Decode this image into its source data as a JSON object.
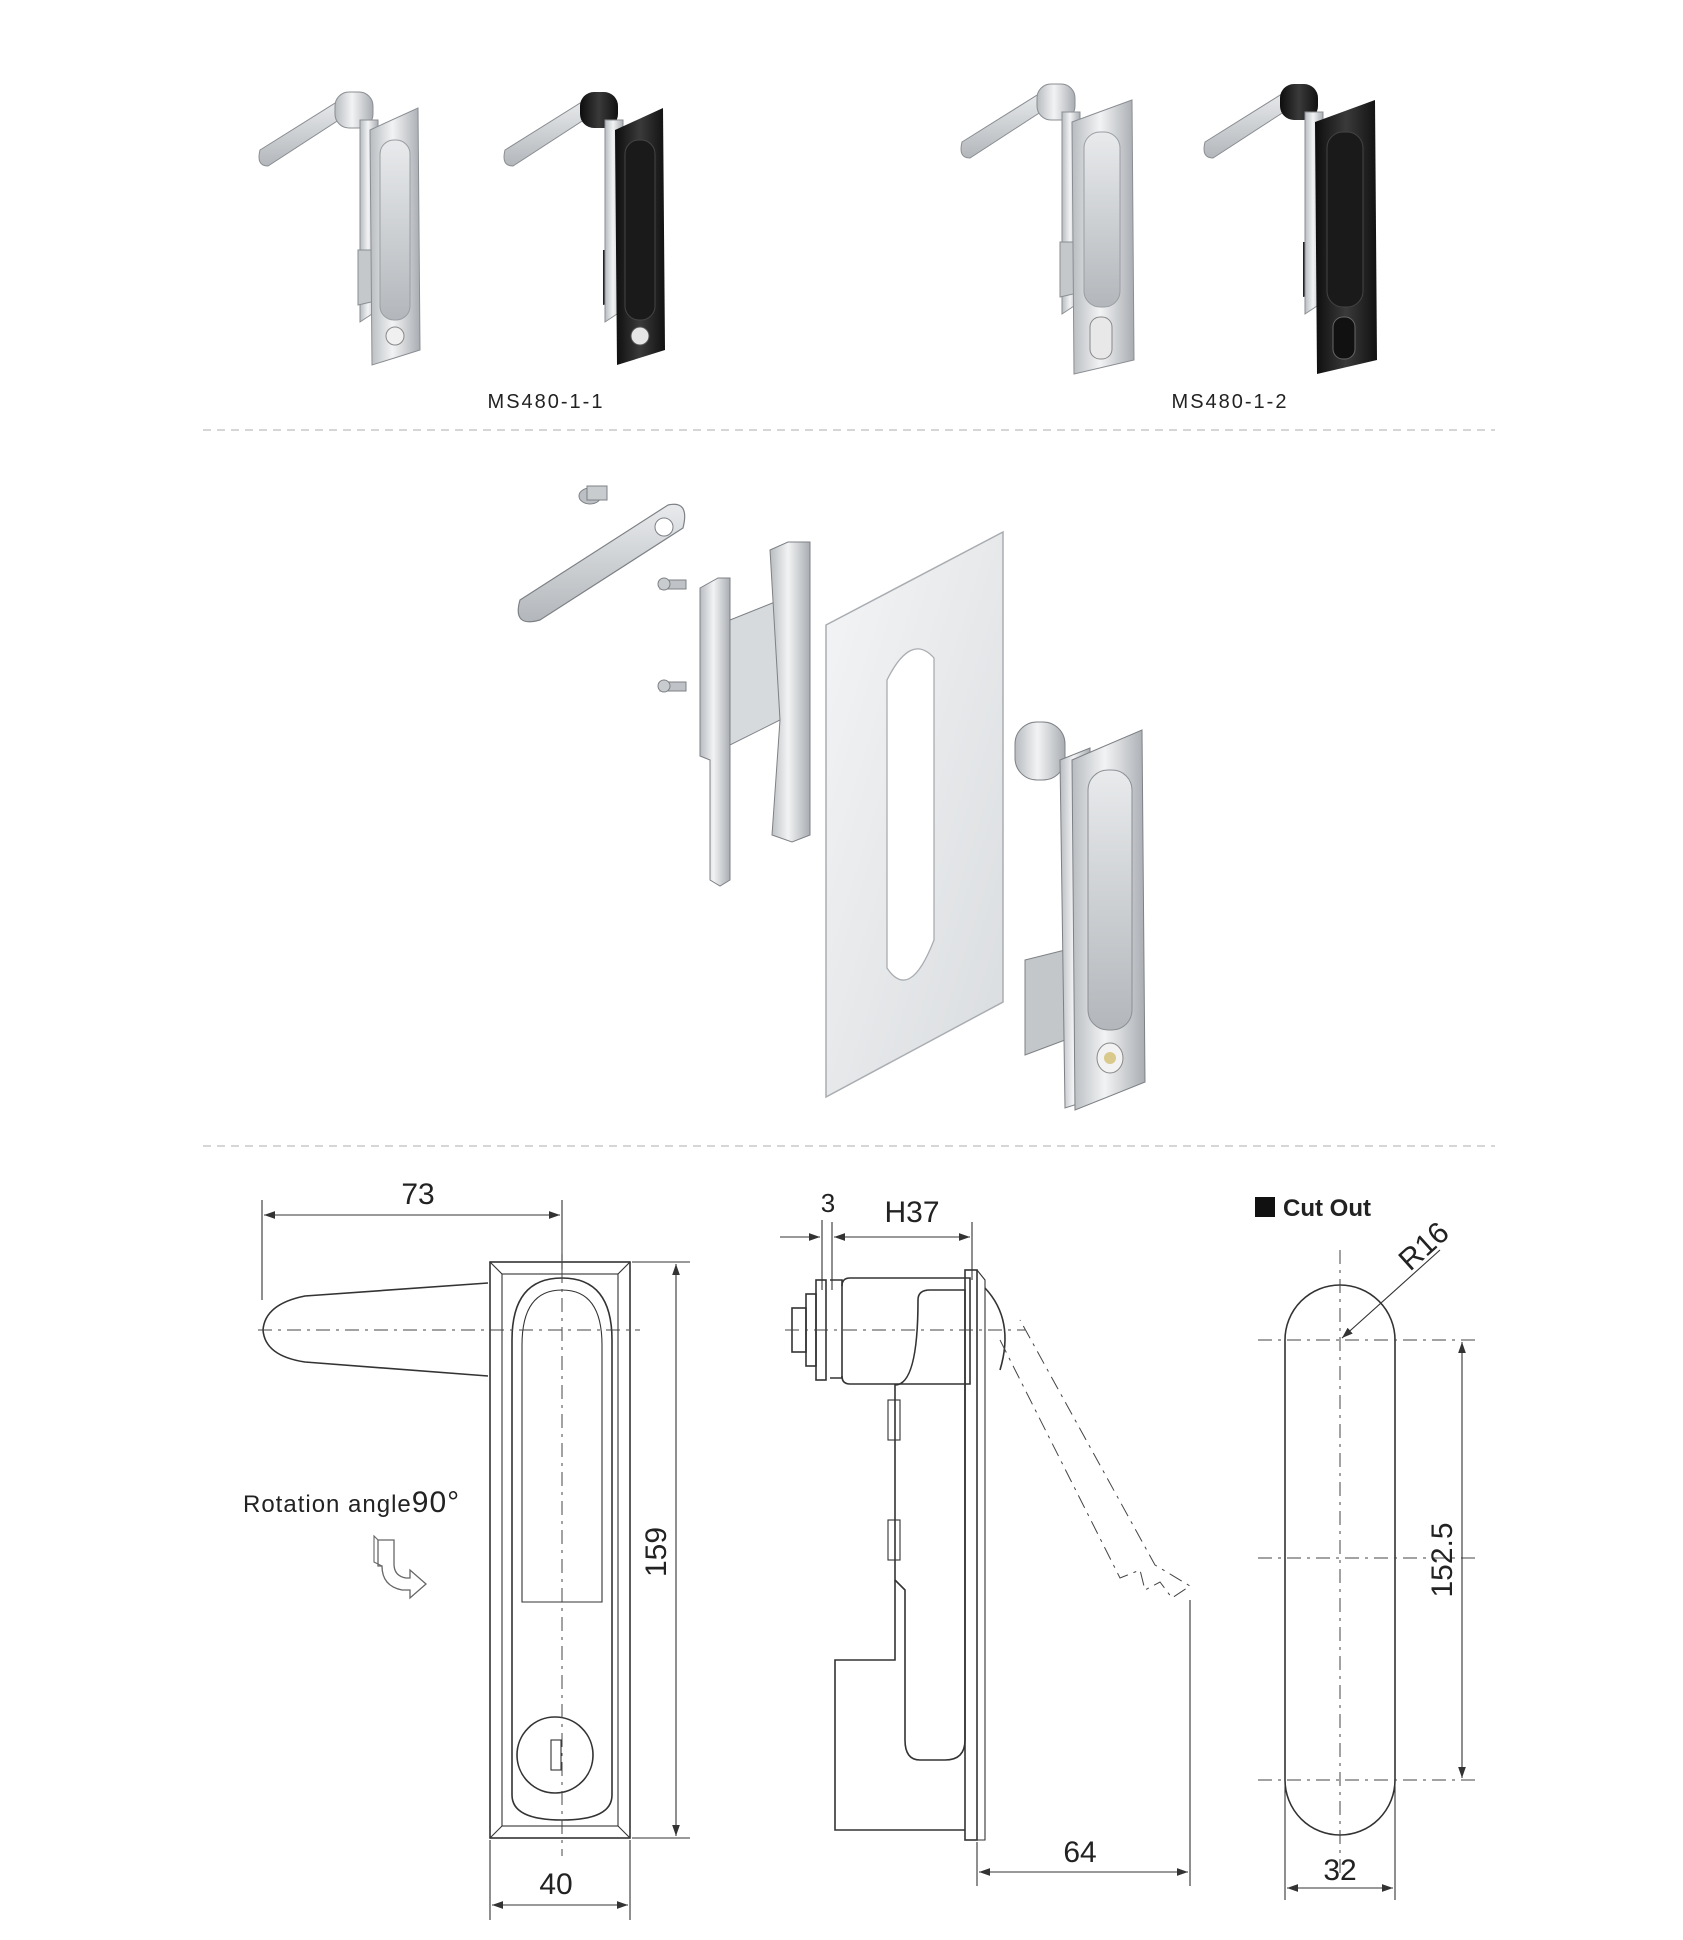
{
  "products": [
    {
      "model": "MS480-1-1",
      "finishes": [
        "chrome",
        "black"
      ]
    },
    {
      "model": "MS480-1-2",
      "finishes": [
        "chrome",
        "black"
      ]
    }
  ],
  "drawing": {
    "front": {
      "width_top": "73",
      "height": "159",
      "width_bottom": "40"
    },
    "side": {
      "plate": "3",
      "h": "H37",
      "depth": "64"
    },
    "cutout": {
      "title": "Cut Out",
      "radius": "R16",
      "length": "152.5",
      "width": "32"
    },
    "rotation_label": "Rotation angle",
    "rotation_value": "90°"
  },
  "colors": {
    "chrome": "#d9dcdf",
    "black": "#1c1c1c",
    "line": "#333333",
    "separator": "#c8c8c8"
  },
  "icons": [
    "rotation-arrow-icon",
    "cutout-square-icon"
  ]
}
